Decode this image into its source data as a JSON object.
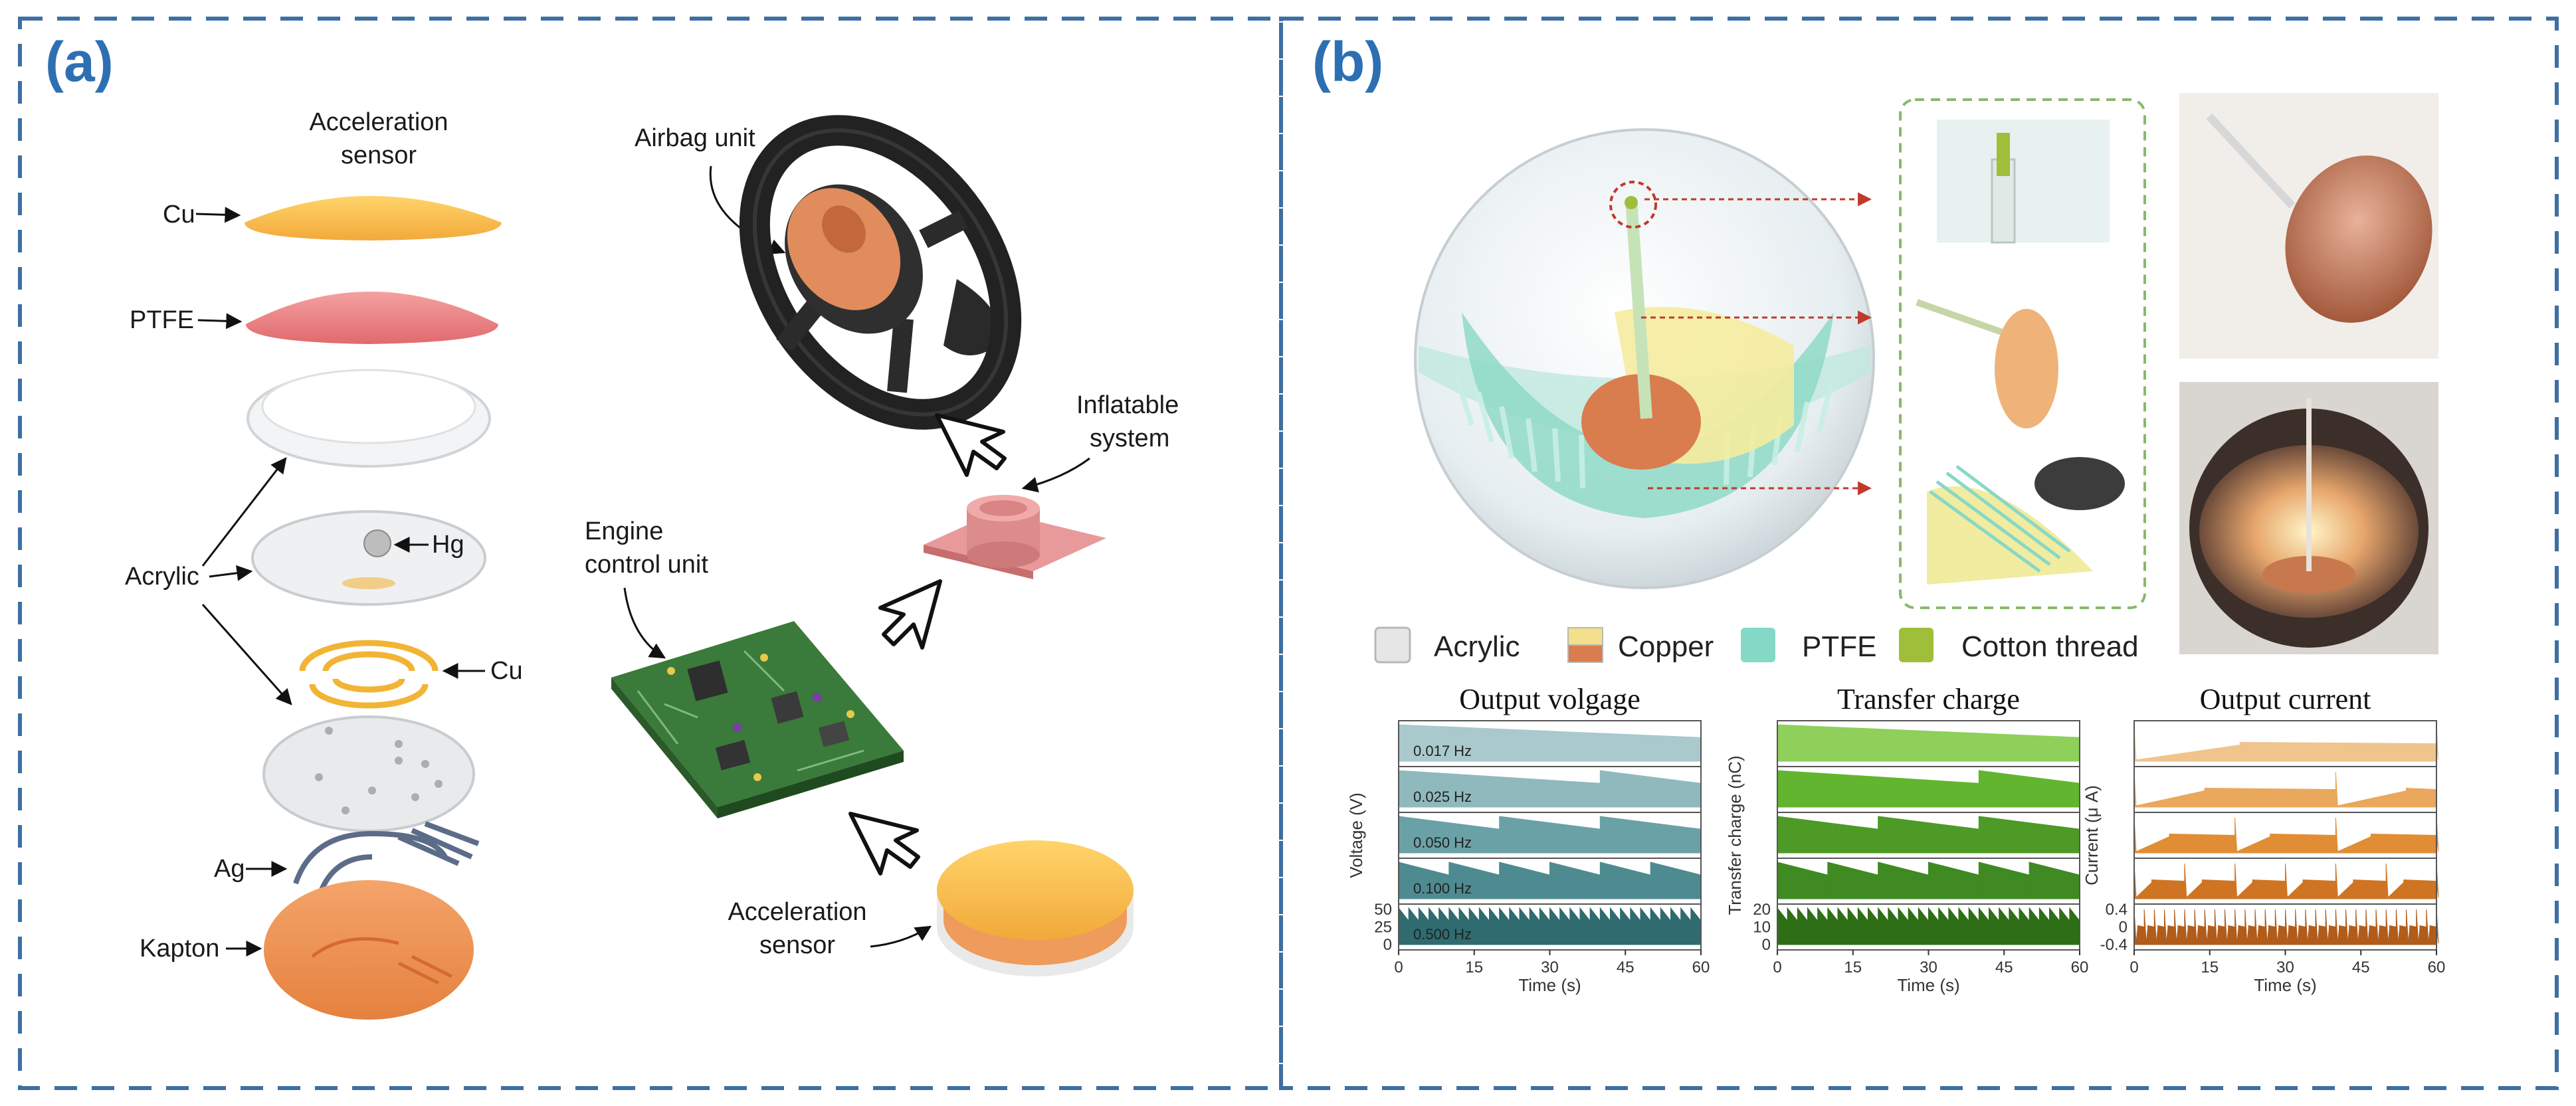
{
  "panel_a": {
    "letter": "(a)",
    "labels": {
      "acceleration_sensor_top": [
        "Acceleration",
        "sensor"
      ],
      "cu_top": "Cu",
      "ptfe": "PTFE",
      "acrylic": "Acrylic",
      "hg": "Hg",
      "cu_mid": "Cu",
      "ag": "Ag",
      "kapton": "Kapton",
      "airbag_unit": "Airbag unit",
      "inflatable_system": [
        "Inflatable",
        "system"
      ],
      "engine_control_unit": [
        "Engine",
        "control unit"
      ],
      "acceleration_sensor_bottom": [
        "Acceleration",
        "sensor"
      ]
    }
  },
  "panel_b": {
    "letter": "(b)",
    "legend": [
      {
        "label": "Acrylic",
        "color": "#e6e6e6"
      },
      {
        "label": "Copper",
        "color": "#f2e08a",
        "color2": "#d97c4e"
      },
      {
        "label": "PTFE",
        "color": "#83d8c6"
      },
      {
        "label": "Cotton thread",
        "color": "#9fbe3a"
      }
    ],
    "charts": [
      {
        "title": "Output volgage",
        "ylabel": "Voltage (V)",
        "xlabel": "Time (s)",
        "xticks": [
          "0",
          "15",
          "30",
          "45",
          "60"
        ],
        "yticks_bottom": [
          "50",
          "25",
          "0"
        ],
        "frequencies": [
          "0.017 Hz",
          "0.025 Hz",
          "0.050 Hz",
          "0.100 Hz",
          "0.500 Hz"
        ],
        "colors": [
          "#a9c9cc",
          "#8fb9bd",
          "#6aa1a6",
          "#4e8b90",
          "#2f6b6f"
        ]
      },
      {
        "title": "Transfer charge",
        "ylabel": "Transfer charge (nC)",
        "xlabel": "Time (s)",
        "xticks": [
          "0",
          "15",
          "30",
          "45",
          "60"
        ],
        "yticks_bottom": [
          "20",
          "10",
          "0"
        ],
        "colors": [
          "#8ed05a",
          "#62b52e",
          "#4d9a26",
          "#3f8a22",
          "#2e6e17"
        ]
      },
      {
        "title": "Output current",
        "ylabel": "Current (μ A)",
        "xlabel": "Time (s)",
        "xticks": [
          "0",
          "15",
          "30",
          "45",
          "60"
        ],
        "yticks_bottom": [
          "0.4",
          "0",
          "-0.4"
        ],
        "colors": [
          "#efc48d",
          "#e9a85c",
          "#e08d35",
          "#cf7422",
          "#b15c1a"
        ]
      }
    ]
  }
}
